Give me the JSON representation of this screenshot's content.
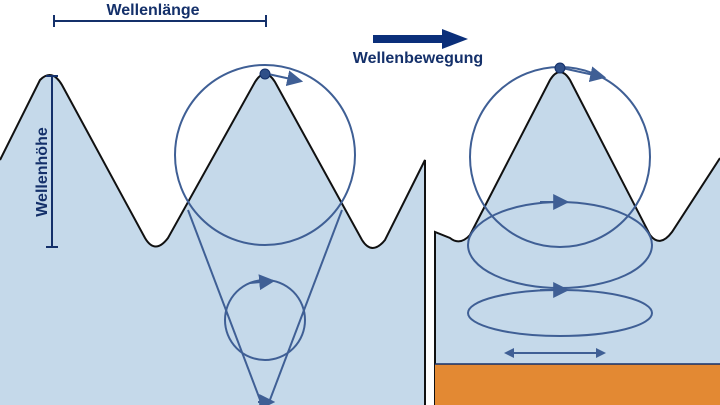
{
  "labels": {
    "wavelength": "Wellenlänge",
    "wave_height": "Wellenhöhe",
    "wave_motion": "Wellenbewegung"
  },
  "colors": {
    "water": "#c5d9ea",
    "crest_line": "#111111",
    "orbit": "#3f5f95",
    "text": "#14306a",
    "arrow": "#0b2f7a",
    "seabed": "#e38933",
    "background": "#ffffff"
  },
  "panels": [
    {
      "name": "deep-water",
      "orbit_shape": "circle",
      "seabed": false
    },
    {
      "name": "shallow-water",
      "orbit_shape": "ellipse",
      "seabed": true
    }
  ]
}
